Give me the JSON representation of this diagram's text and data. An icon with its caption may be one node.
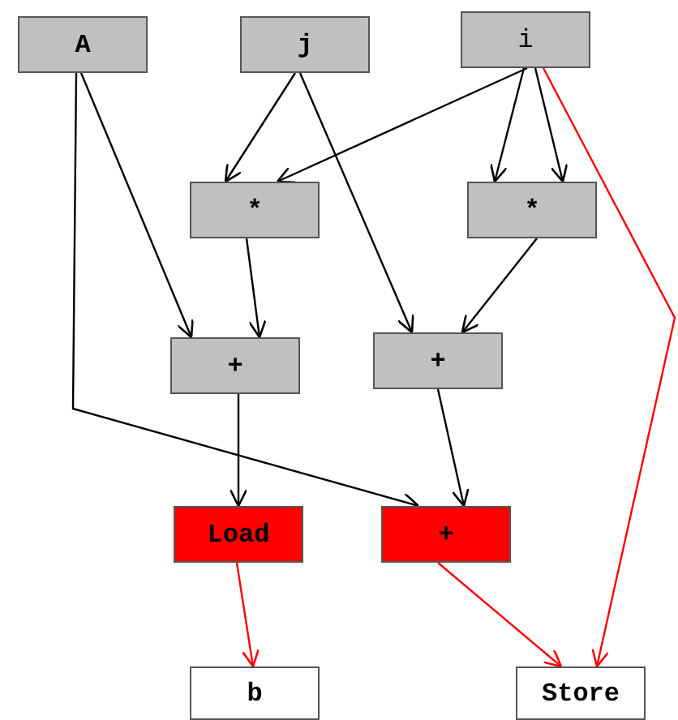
{
  "diagram": {
    "nodes": [
      {
        "text": [
          "A"
        ]
      },
      {
        "text": [
          "j"
        ]
      },
      {
        "text": [
          "i"
        ]
      },
      {
        "text": [
          "*"
        ]
      },
      {
        "text": [
          "*"
        ]
      },
      {
        "text": [
          "+"
        ]
      },
      {
        "text": [
          "+"
        ]
      },
      {
        "text": [
          "Load"
        ]
      },
      {
        "text": [
          "+"
        ]
      },
      {
        "text": [
          "b"
        ]
      },
      {
        "text": [
          "Store"
        ]
      }
    ],
    "edges": [
      {
        "from": 0,
        "to": 5,
        "arrow": "to"
      },
      {
        "from": 0,
        "to": 8,
        "arrow": "to"
      },
      {
        "from": 1,
        "to": 3,
        "arrow": "to"
      },
      {
        "from": 1,
        "to": 6,
        "arrow": "to"
      },
      {
        "from": 2,
        "to": 3,
        "arrow": "to"
      },
      {
        "from": 2,
        "to": 4,
        "arrow": "to"
      },
      {
        "from": 2,
        "to": 4,
        "arrow": "to"
      },
      {
        "from": 2,
        "to": 10,
        "arrow": "to",
        "color": "#ff0000"
      },
      {
        "from": 3,
        "to": 5,
        "arrow": "to"
      },
      {
        "from": 4,
        "to": 6,
        "arrow": "to"
      },
      {
        "from": 5,
        "to": 7,
        "arrow": "to"
      },
      {
        "from": 6,
        "to": 8,
        "arrow": "to"
      },
      {
        "from": 7,
        "to": 9,
        "arrow": "to",
        "color": "#ff0000"
      },
      {
        "from": 8,
        "to": 10,
        "arrow": "to",
        "color": "#ff0000"
      }
    ]
  }
}
